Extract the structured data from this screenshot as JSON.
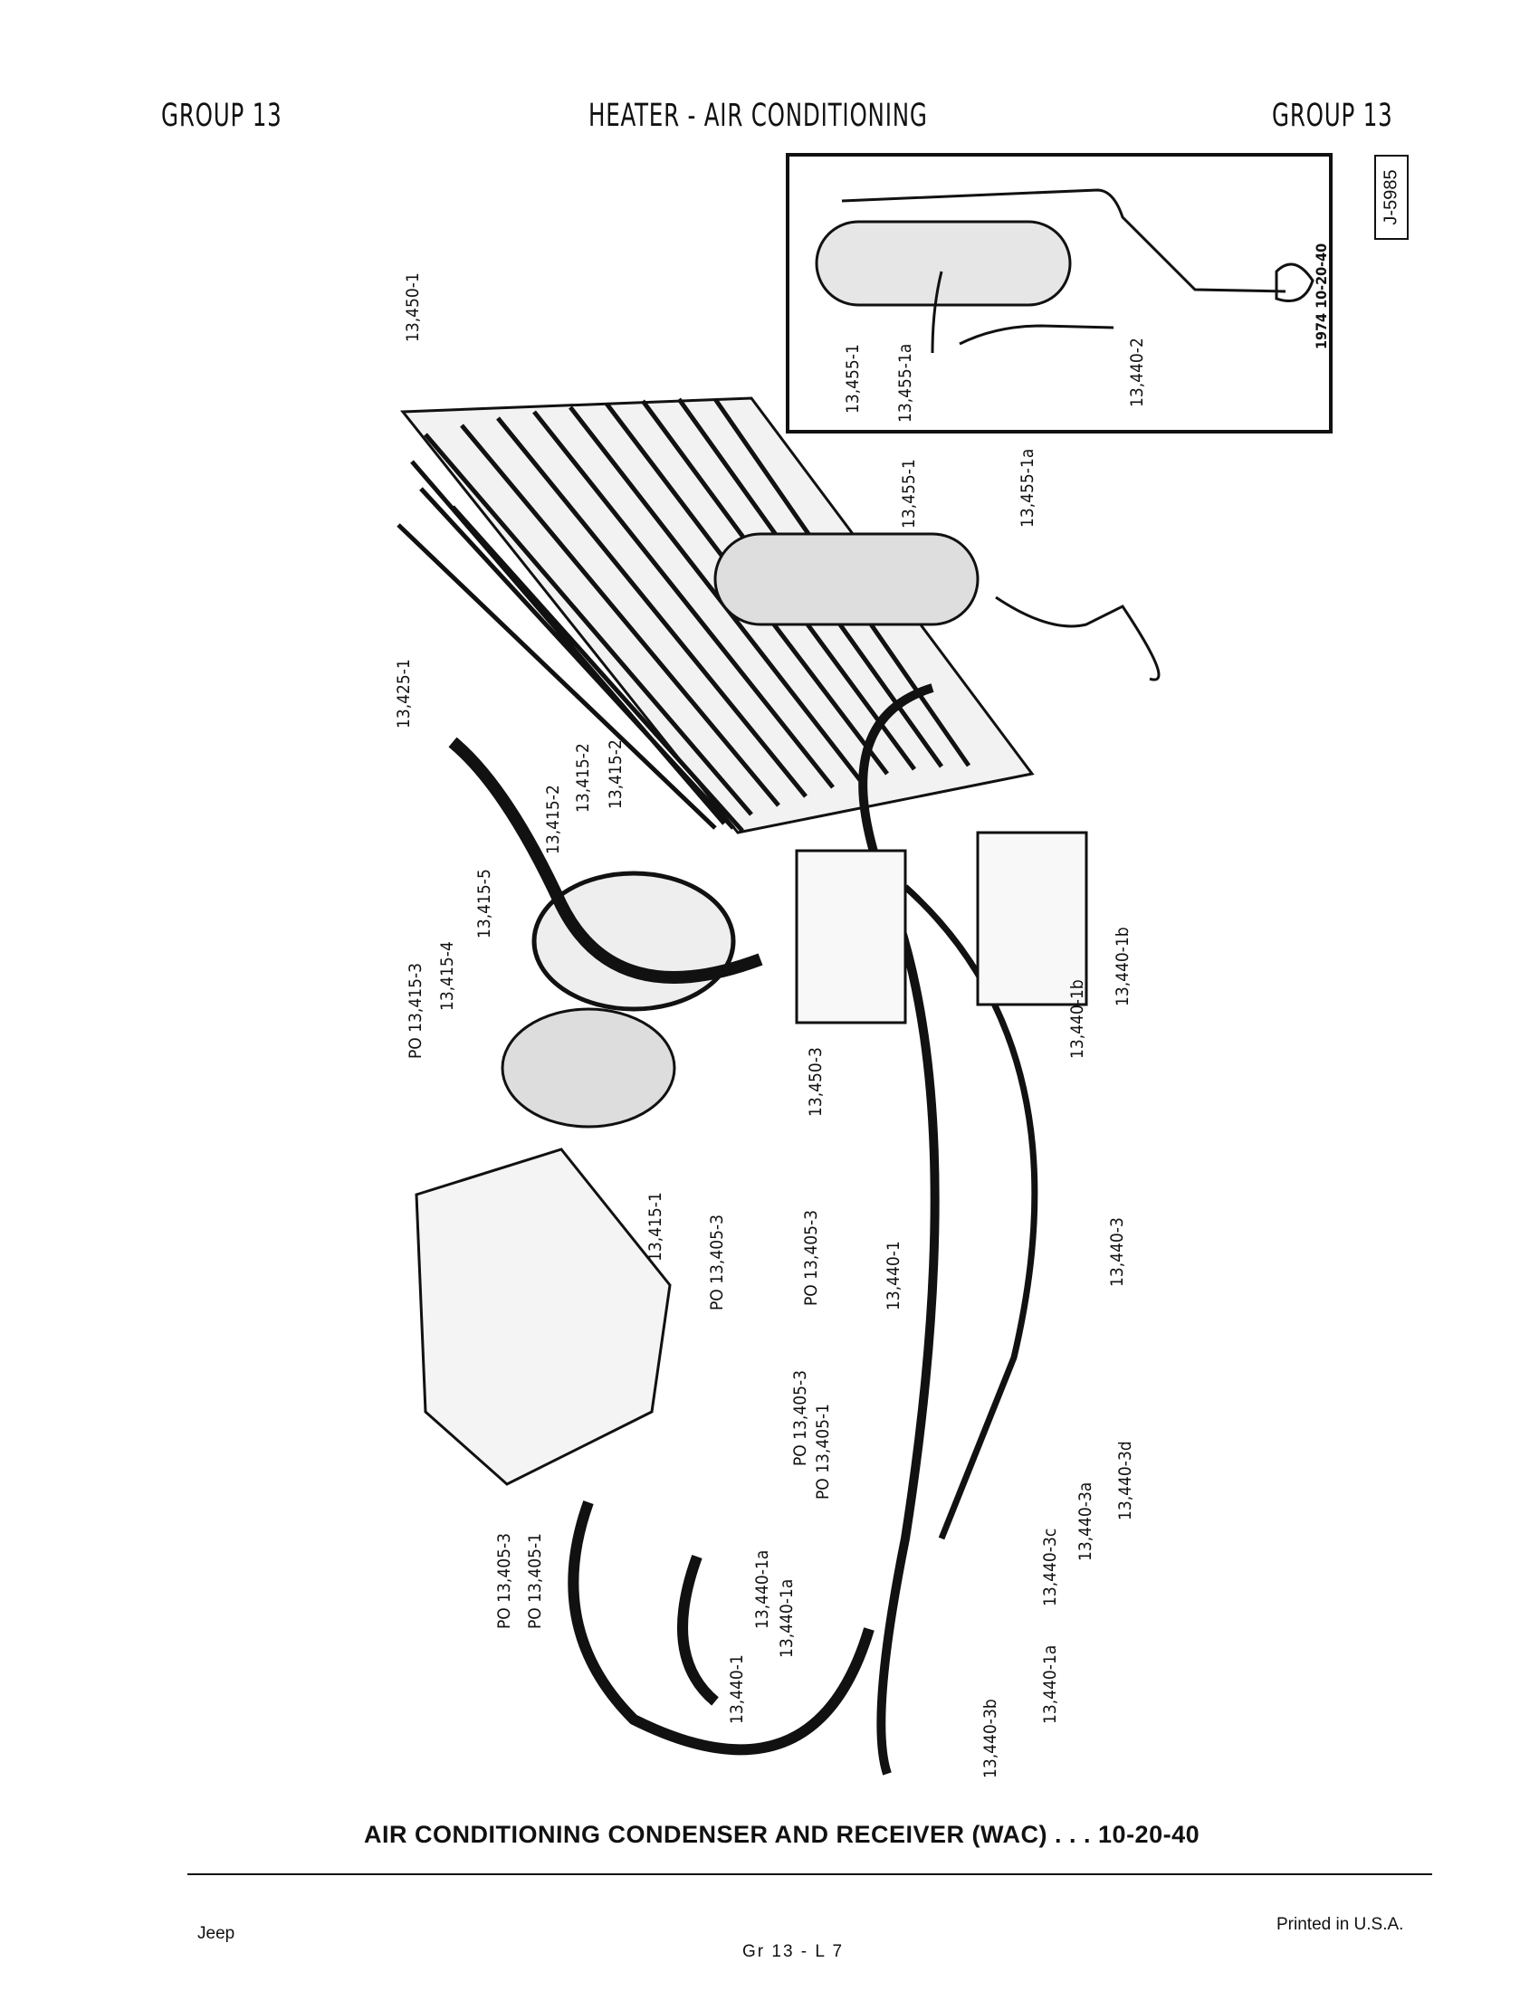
{
  "header": {
    "left": "GROUP 13",
    "center": "HEATER - AIR CONDITIONING",
    "right": "GROUP 13"
  },
  "stamp": "J-5985",
  "inset": {
    "date_code": "1974 10-20-40",
    "labels": [
      "13,455-1",
      "13,455-1a",
      "13,440-2"
    ]
  },
  "callouts": [
    "13,450-1",
    "13,455-1",
    "13,455-1a",
    "13,425-1",
    "13,415-2",
    "13,415-2",
    "13,415-2",
    "13,415-5",
    "13,415-4",
    "PO 13,415-3",
    "13,440-1b",
    "13,440-1b",
    "13,450-3",
    "13,415-1",
    "PO 13,405-3",
    "PO 13,405-3",
    "13,440-1",
    "13,440-3",
    "PO 13,405-3",
    "PO 13,405-1",
    "PO 13,405-3",
    "PO 13,405-1",
    "13,440-1a",
    "13,440-1a",
    "13,440-1",
    "13,440-3d",
    "13,440-3a",
    "13,440-3c",
    "13,440-1a",
    "13,440-3b"
  ],
  "caption": "AIR CONDITIONING CONDENSER AND RECEIVER (WAC) . . . 10-20-40",
  "footer": {
    "left": "Jeep",
    "center": "Gr 13 - L 7",
    "right": "Printed in U.S.A."
  }
}
